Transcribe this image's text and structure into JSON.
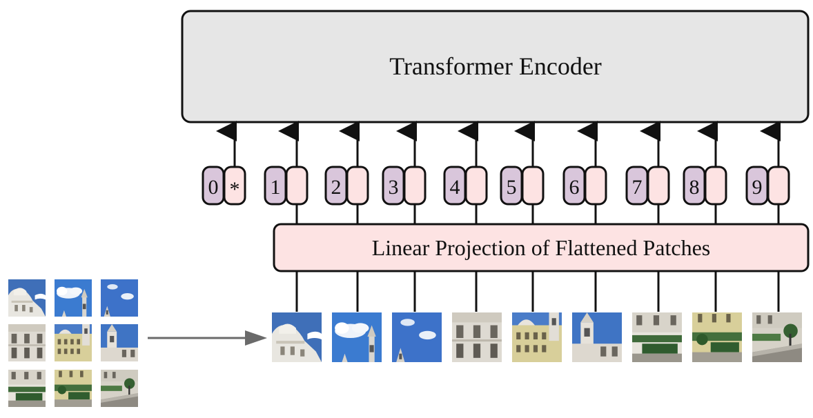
{
  "encoder": {
    "label": "Transformer Encoder",
    "fill": "#e6e6e6"
  },
  "projection": {
    "label": "Linear Projection of Flattened Patches",
    "fill": "#fde3e3"
  },
  "tokens": [
    {
      "index": "0",
      "marker": "*"
    },
    {
      "index": "1",
      "marker": ""
    },
    {
      "index": "2",
      "marker": ""
    },
    {
      "index": "3",
      "marker": ""
    },
    {
      "index": "4",
      "marker": ""
    },
    {
      "index": "5",
      "marker": ""
    },
    {
      "index": "6",
      "marker": ""
    },
    {
      "index": "7",
      "marker": ""
    },
    {
      "index": "8",
      "marker": ""
    },
    {
      "index": "9",
      "marker": ""
    }
  ],
  "colors": {
    "position_embedding": "#d9c6db",
    "patch_embedding": "#fde3e3",
    "stroke": "#111111",
    "arrow_gray": "#6a6a6a"
  },
  "patches": [
    {
      "name": "palace-roof-dome-patch",
      "kind": "dome"
    },
    {
      "name": "sky-cloud-spire-patch",
      "kind": "cloud"
    },
    {
      "name": "sky-spire-patch",
      "kind": "sky"
    },
    {
      "name": "facade-left-patch",
      "kind": "facade-white"
    },
    {
      "name": "facade-center-patch",
      "kind": "facade-yellow"
    },
    {
      "name": "facade-tower-patch",
      "kind": "tower"
    },
    {
      "name": "garden-left-patch",
      "kind": "garden"
    },
    {
      "name": "garden-center-patch",
      "kind": "garden2"
    },
    {
      "name": "garden-street-patch",
      "kind": "street"
    }
  ]
}
